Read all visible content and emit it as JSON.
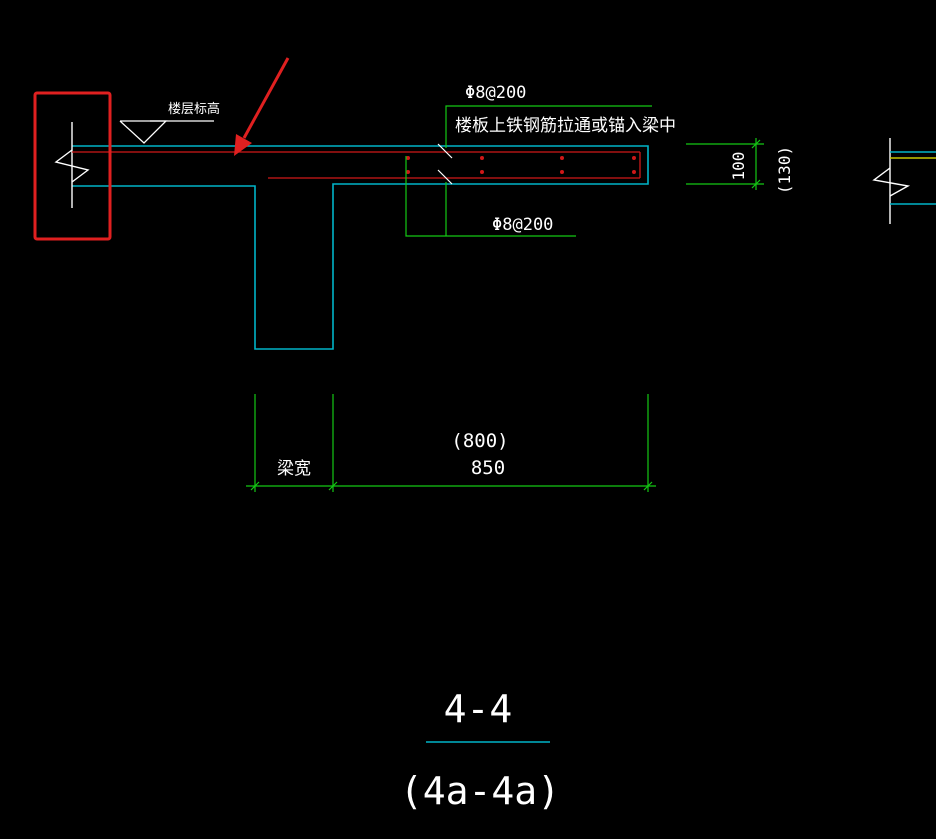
{
  "labels": {
    "floor_elevation": "楼层标高",
    "top_rebar": "Φ8@200",
    "top_rebar_note": "楼板上铁钢筋拉通或锚入梁中",
    "bottom_rebar": "Φ8@200",
    "slab_thickness": "100",
    "slab_thickness_alt": "(130)",
    "beam_width": "梁宽",
    "span_alt": "(800)",
    "span": "850",
    "section_title": "4-4",
    "section_subtitle": "(4a-4a)"
  },
  "colors": {
    "background": "#000000",
    "slab_outline": "#00b4c8",
    "rebar": "#d01818",
    "dimension": "#14c814",
    "text": "#ffffff",
    "highlight": "#e02020",
    "yellow_line": "#c8c800"
  }
}
